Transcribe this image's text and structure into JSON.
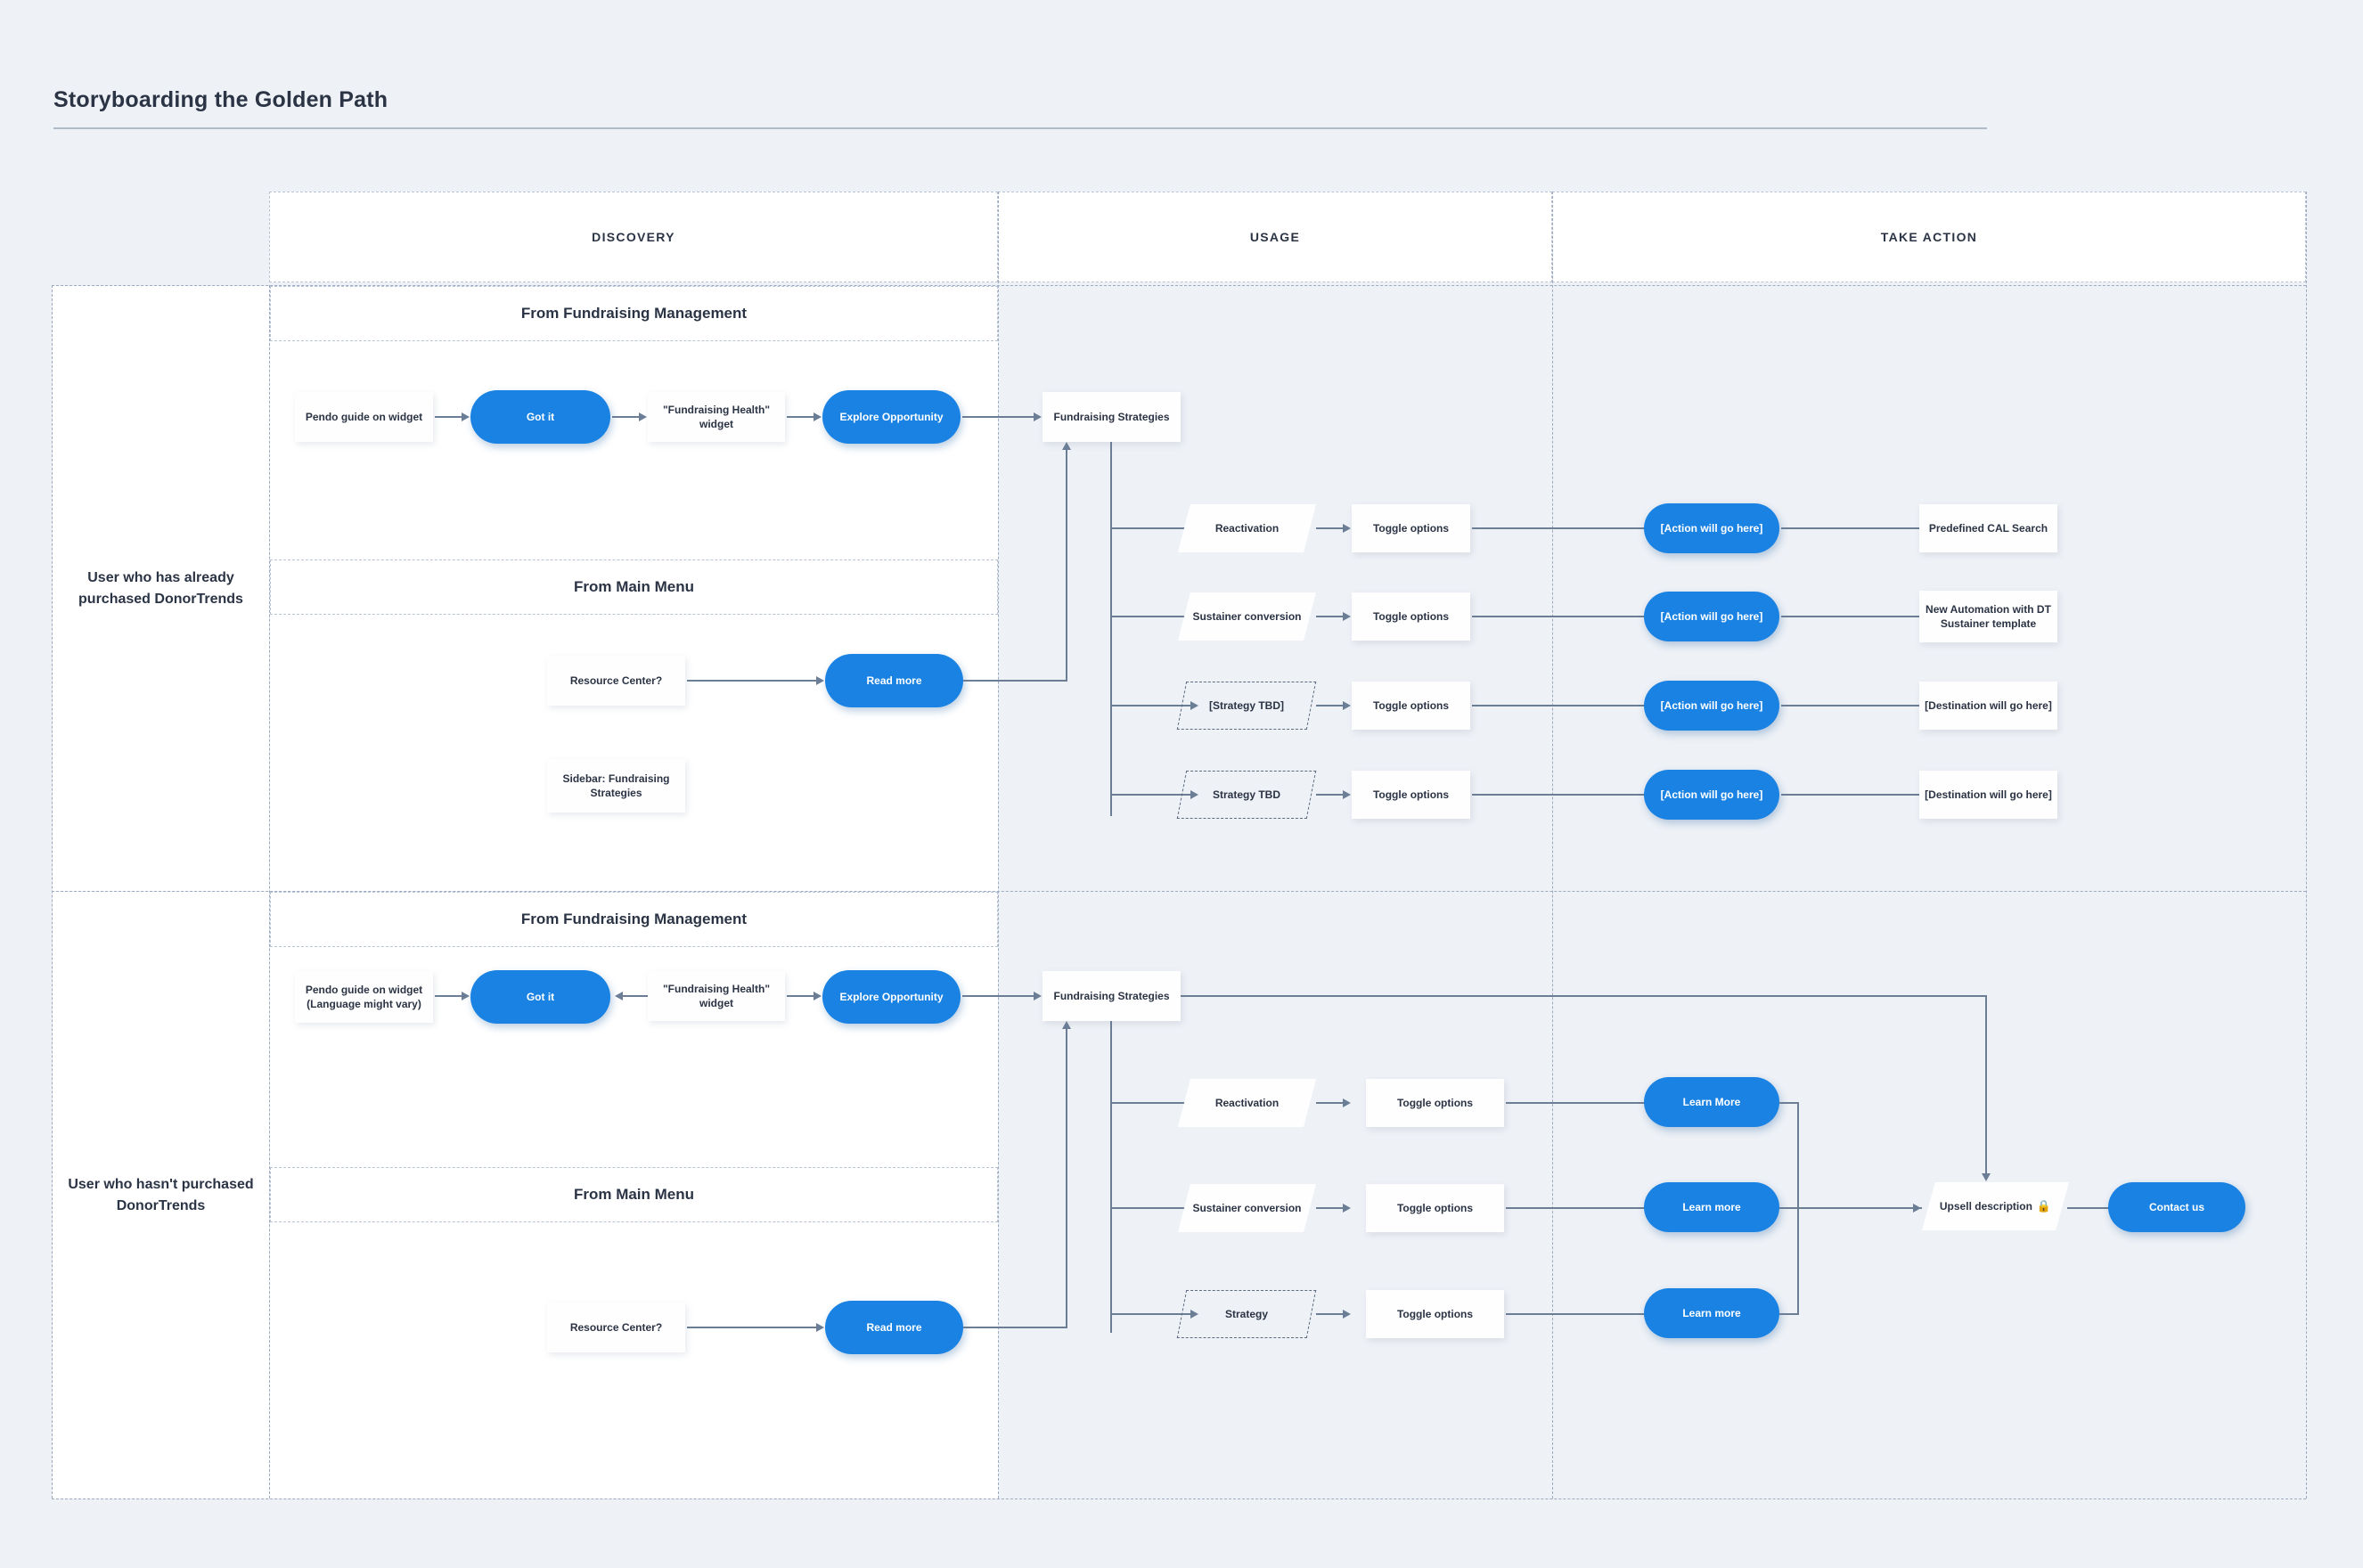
{
  "page": {
    "title": "Storyboarding the Golden Path"
  },
  "columns": [
    {
      "label": "DISCOVERY"
    },
    {
      "label": "USAGE"
    },
    {
      "label": "TAKE ACTION"
    }
  ],
  "rows": [
    {
      "label": "User who has already\npurchased DonorTrends",
      "label_line1": "User who has already",
      "label_line2": "purchased DonorTrends",
      "bands": [
        {
          "label": "From Fundraising Management"
        },
        {
          "label": "From Main Menu"
        }
      ],
      "discovery": {
        "pendo_guide": "Pendo guide on widget",
        "got_it": "Got it",
        "fundraising_health_widget": "\"Fundraising Health\" widget",
        "explore_opportunity": "Explore Opportunity",
        "resource_center": "Resource Center?",
        "read_more": "Read more",
        "sidebar_line1": "Sidebar: Fundraising",
        "sidebar_line2": "Strategies"
      },
      "usage": {
        "entry": "Fundraising Strategies",
        "strategies": [
          {
            "name": "Reactivation",
            "dashed": false,
            "toggle": "Toggle options"
          },
          {
            "name": "Sustainer conversion",
            "dashed": false,
            "toggle": "Toggle options"
          },
          {
            "name": "[Strategy TBD]",
            "dashed": true,
            "toggle": "Toggle options"
          },
          {
            "name": "Strategy TBD",
            "dashed": true,
            "toggle": "Toggle options"
          }
        ]
      },
      "take_action": {
        "actions": [
          "[Action will go here]",
          "[Action will go here]",
          "[Action will go here]",
          "[Action will go here]"
        ],
        "destinations": [
          {
            "line1": "Predefined CAL Search",
            "line2": ""
          },
          {
            "line1": "New Automation with DT",
            "line2": "Sustainer template"
          },
          {
            "line1": "[Destination will go here]",
            "line2": ""
          },
          {
            "line1": "[Destination will go here]",
            "line2": ""
          }
        ]
      }
    },
    {
      "label_line1": "User who hasn't purchased",
      "label_line2": "DonorTrends",
      "bands": [
        {
          "label": "From Fundraising Management"
        },
        {
          "label": "From Main Menu"
        }
      ],
      "discovery": {
        "pendo_guide_line1": "Pendo guide on widget",
        "pendo_guide_line2": "(Language might vary)",
        "got_it": "Got it",
        "fundraising_health_widget": "\"Fundraising Health\" widget",
        "explore_opportunity": "Explore Opportunity",
        "resource_center": "Resource Center?",
        "read_more": "Read more"
      },
      "usage": {
        "entry": "Fundraising Strategies",
        "strategies": [
          {
            "name": "Reactivation",
            "dashed": false,
            "toggle": "Toggle options"
          },
          {
            "name": "Sustainer conversion",
            "dashed": false,
            "toggle": "Toggle options"
          },
          {
            "name": "Strategy",
            "dashed": true,
            "toggle": "Toggle options"
          }
        ]
      },
      "take_action": {
        "learn_more": [
          "Learn More",
          "Learn more",
          "Learn more"
        ],
        "upsell": "Upsell description",
        "upsell_icon": "lock-icon",
        "upsell_lock_glyph": "🔒",
        "contact_us": "Contact us"
      }
    }
  ],
  "colors": {
    "accent": "#1a82e2",
    "background": "#eef1f6",
    "connector": "#6b7e96",
    "text": "#2b3445",
    "dashed_border": "#b9c3d3"
  }
}
